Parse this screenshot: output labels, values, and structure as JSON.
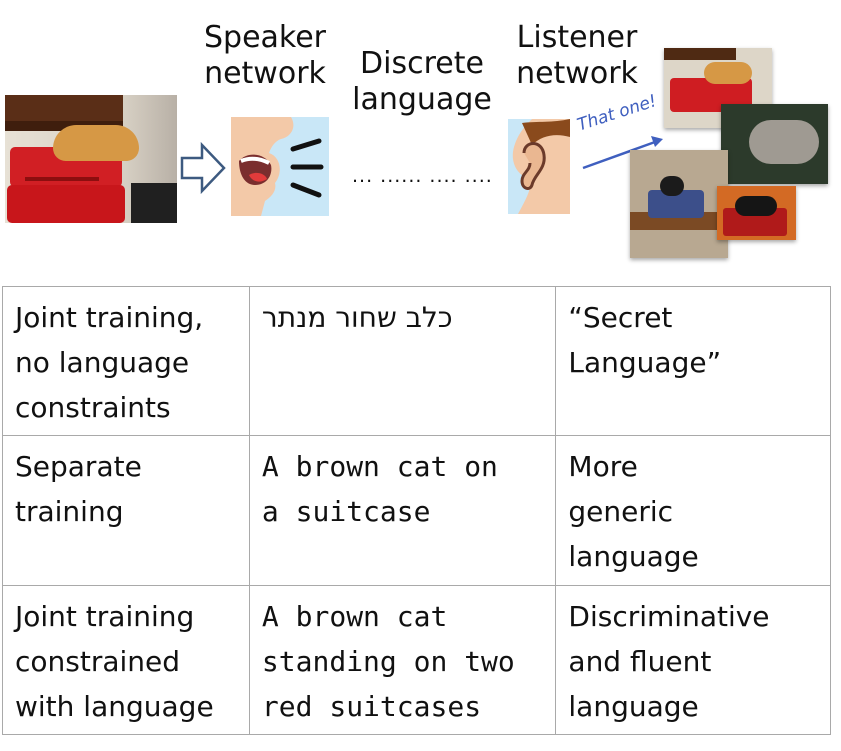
{
  "labels": {
    "speaker": [
      "Speaker",
      "network"
    ],
    "discrete": [
      "Discrete",
      "language"
    ],
    "listener": [
      "Listener",
      "network"
    ],
    "dots": "... ...... .... ....",
    "callout": "That one!"
  },
  "table": {
    "rows": [
      {
        "condition": [
          "Joint training,",
          "no language",
          "constraints"
        ],
        "example": [
          "כלב שחור מנתר"
        ],
        "result": [
          "“Secret",
          "Language”"
        ]
      },
      {
        "condition": [
          "Separate",
          "training"
        ],
        "example": [
          "A brown cat on",
          "a suitcase"
        ],
        "result": [
          "More",
          "generic",
          "language"
        ]
      },
      {
        "condition": [
          "Joint training",
          "constrained",
          "with language"
        ],
        "example": [
          "A brown cat",
          "standing on two",
          "red suitcases"
        ],
        "result": [
          "Discriminative",
          "and fluent",
          "language"
        ]
      }
    ]
  },
  "colors": {
    "callout_blue": "#3f5fbf",
    "speech_bg": "#c9e7f7",
    "grid": "#a9a9a9"
  }
}
